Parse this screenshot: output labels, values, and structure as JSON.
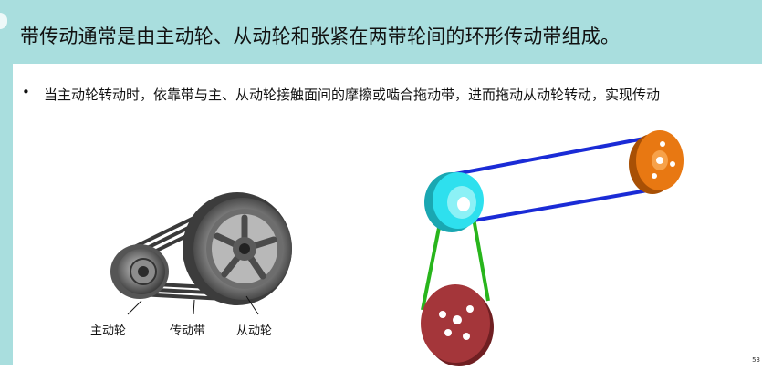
{
  "slide": {
    "title": "带传动通常是由主动轮、从动轮和张紧在两带轮间的环形传动带组成。",
    "bullet": "当主动轮转动时，依靠带与主、从动轮接触面间的摩擦或啮合拖动带，进而拖动从动轮转动，实现传动",
    "page_number": "53"
  },
  "figure_left": {
    "labels": {
      "driving_pulley": "主动轮",
      "belt": "传动带",
      "driven_pulley": "从动轮"
    }
  },
  "colors": {
    "header_bg": "#a9dede",
    "belt_blue": "#1a2bd6",
    "belt_green": "#28b51c",
    "pulley_cyan": "#2ee0ee",
    "pulley_orange": "#e87812",
    "pulley_red": "#a4363a"
  }
}
